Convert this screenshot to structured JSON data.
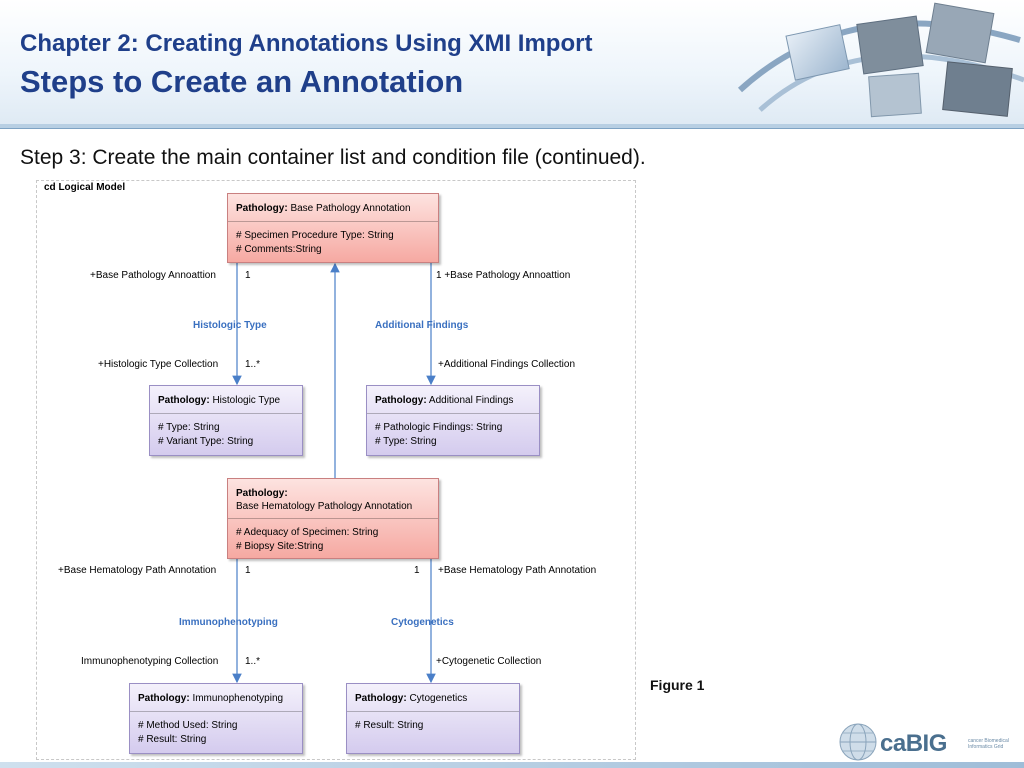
{
  "header": {
    "chapter": "Chapter 2: Creating Annotations Using XMI Import",
    "title": "Steps to Create an Annotation"
  },
  "step": "Step 3: Create the main container list and condition file (continued).",
  "figure_label": "Figure 1",
  "diagram": {
    "title": "cd Logical Model",
    "classes": {
      "base_pathology": {
        "prefix": "Pathology:",
        "name": "Base Pathology Annotation",
        "attrs": [
          "# Specimen Procedure Type: String",
          "# Comments:String"
        ]
      },
      "histologic": {
        "prefix": "Pathology:",
        "name": "Histologic Type",
        "attrs": [
          "# Type: String",
          "# Variant Type: String"
        ]
      },
      "additional": {
        "prefix": "Pathology:",
        "name": "Additional Findings",
        "attrs": [
          "# Pathologic Findings: String",
          "# Type: String"
        ]
      },
      "base_hematology": {
        "prefix": "Pathology:",
        "name": "Base Hematology Pathology Annotation",
        "attrs": [
          "# Adequacy of Specimen: String",
          "# Biopsy Site:String"
        ]
      },
      "immuno": {
        "prefix": "Pathology:",
        "name": "Immunophenotyping",
        "attrs": [
          "# Method Used: String",
          "# Result: String"
        ]
      },
      "cyto": {
        "prefix": "Pathology:",
        "name": "Cytogenetics",
        "attrs": [
          "# Result: String"
        ]
      }
    },
    "labels": {
      "l1": "+Base Pathology Annoattion",
      "m1": "1",
      "r1": "1 +Base Pathology Annoattion",
      "a1": "Histologic Type",
      "a2": "Additional Findings",
      "l2": "+Histologic Type Collection",
      "m2": "1..*",
      "r2": "+Additional Findings Collection",
      "l3": "+Base Hematology Path Annotation",
      "m3": "1",
      "m4": "1",
      "r3": "+Base Hematology Path Annotation",
      "a3": "Immunophenotyping",
      "a4": "Cytogenetics",
      "l4": "Immunophenotyping Collection",
      "m5": "1..*",
      "r4": "+Cytogenetic Collection"
    }
  },
  "logo": {
    "text": "caBIG",
    "sub": "cancer Biomedical Informatics Grid"
  },
  "colors": {
    "title": "#1f3f8a",
    "association": "#3a70c0",
    "red_class": "#f6a9a2",
    "purple_class": "#d4cbee",
    "line": "#4a7fc8"
  }
}
